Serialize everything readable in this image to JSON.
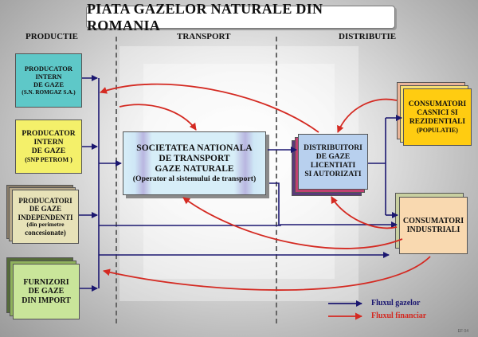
{
  "title": "PIATA GAZELOR NATURALE DIN ROMANIA",
  "sections": {
    "productie": "PRODUCTIE",
    "transport": "TRANSPORT",
    "distributie": "DISTRIBUTIE"
  },
  "producers": [
    {
      "id": "romgaz",
      "lines": [
        "PRODUCATOR",
        "INTERN",
        "DE GAZE",
        "(S.N. ROMGAZ S.A.)"
      ],
      "color": "#5ec8c8"
    },
    {
      "id": "petrom",
      "lines": [
        "PRODUCATOR",
        "INTERN",
        "DE GAZE",
        "(SNP PETROM )"
      ],
      "color": "#f4f06a"
    },
    {
      "id": "independenti",
      "lines": [
        "PRODUCATORI",
        "DE GAZE",
        "INDEPENDENTI",
        "(din perimetre",
        "concesionate)"
      ],
      "color": "#e7e2b8"
    },
    {
      "id": "import",
      "lines": [
        "FURNIZORI",
        "DE GAZE",
        "DIN IMPORT"
      ],
      "color": "#c9e59a"
    }
  ],
  "transport": {
    "lines": [
      "SOCIETATEA NATIONALA",
      "DE TRANSPORT",
      "GAZE NATURALE",
      "(Operator al sistemului de transport)"
    ]
  },
  "distributors": {
    "lines": [
      "DISTRIBUITORI",
      "DE GAZE",
      "LICENTIATI",
      "SI AUTORIZATI"
    ]
  },
  "consumers": [
    {
      "id": "casnici",
      "lines": [
        "CONSUMATORI",
        "CASNICI SI",
        "REZIDENTIALI",
        "(POPULATIE)"
      ],
      "color": "#ffcc11"
    },
    {
      "id": "industriali",
      "lines": [
        "CONSUMATORI",
        "INDUSTRIALI"
      ],
      "color": "#f9d9b0"
    }
  ],
  "legend": {
    "gas_flow": "Fluxul gazelor",
    "financial_flow": "Fluxul financiar"
  },
  "colors": {
    "gas": "#1b1770",
    "financial": "#d42a22"
  },
  "footer_code": "EF 04"
}
